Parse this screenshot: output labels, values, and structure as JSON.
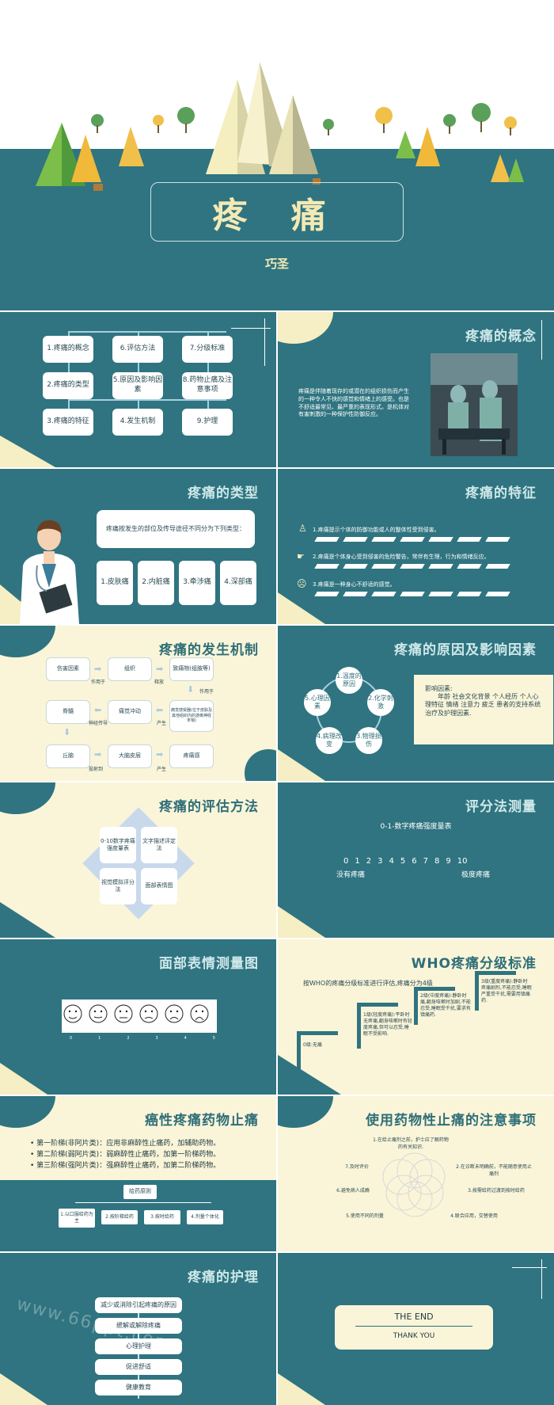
{
  "s1": {
    "title": "疼  痛",
    "author": "巧圣"
  },
  "s2": {
    "items": [
      "1.疼痛的概念",
      "6.评估方法",
      "7.分级标准",
      "2.疼痛的类型",
      "5.原因及影响因素",
      "8.药物止痛及注意事项",
      "3.疼痛的特征",
      "4.发生机制",
      "9.护理"
    ]
  },
  "s3": {
    "title": "疼痛的概念",
    "text": "疼痛是伴随着现存的或潜在的组织损伤而产生的一种令人不快的感觉和情绪上的感受。也是不舒适最常见、最严重的表现形式。是机体对有害刺激的一种保护性防御反应。"
  },
  "s4": {
    "title": "疼痛的类型",
    "intro": "疼痛按发生的部位及传导途径不同分为下列类型：",
    "types": [
      "1.皮肤痛",
      "2.内脏痛",
      "3.牵涉痛",
      "4.深部痛"
    ]
  },
  "s5": {
    "title": "疼痛的特征",
    "items": [
      "1.疼痛提示个体的防御功能或人的整体性受到侵害。",
      "2.疼痛是个体身心受到侵害的危险警告，常伴有生理，行为和情绪反应。",
      "3.疼痛是一种身心不舒适的感觉。"
    ]
  },
  "s6": {
    "title": "疼痛的发生机制",
    "boxes": [
      "伤害因素",
      "组织",
      "致痛物(组胺等)",
      "痛觉感受器(位于皮肤及其他组织内的游离神经末梢)",
      "痛觉冲动",
      "脊髓",
      "丘脑",
      "大脑皮层",
      "疼痛感"
    ],
    "labels": [
      "作用于",
      "释放",
      "作用于",
      "产生",
      "神经传导",
      "投射到",
      "产生"
    ]
  },
  "s7": {
    "title": "疼痛的原因及影响因素",
    "nodes": [
      "1.温度的原因",
      "2.化学刺激",
      "3.物理损伤",
      "4.病理改变",
      "5.心理因素"
    ],
    "factors_label": "影响因素:",
    "factors": "年龄 社会文化背景 个人经历 个人心理特征 情绪 注意力 疲乏 患者的支持系统 治疗及护理因素."
  },
  "s8": {
    "title": "疼痛的评估方法",
    "methods": [
      "0-10数字疼痛强度量表",
      "文字描述评定法",
      "视觉模拟评分法",
      "面部表情图"
    ]
  },
  "s9": {
    "title": "评分法测量",
    "scale_title": "0-1-数字疼痛强度量表",
    "numbers": [
      "0",
      "1",
      "2",
      "3",
      "4",
      "5",
      "6",
      "7",
      "8",
      "9",
      "10"
    ],
    "left": "没有疼痛",
    "right": "极度疼痛"
  },
  "s10": {
    "title": "面部表情测量图",
    "scores": [
      "0",
      "1",
      "2",
      "3",
      "4",
      "5"
    ]
  },
  "s11": {
    "title": "WHO疼痛分级标准",
    "intro": "按WHO的疼痛分级标准进行评估,疼痛分为4级",
    "levels": [
      "0级:无痛",
      "1级(轻度疼痛):平卧时无疼痛,翻身咳嗽时有轻度疼痛,但可以忍受,睡眠不受影响.",
      "2级(中度疼痛):静卧时痛,翻身咳嗽时加剧,不能忍受,睡眠受干扰,要求有镇痛药.",
      "3级(重度疼痛):静卧时疼痛剧烈,不能忍受,睡眠严重受干扰,需要用镇痛药."
    ]
  },
  "s12": {
    "title": "癌性疼痛药物止痛",
    "steps": [
      "• 第一阶梯(非阿片类)：应用非麻醉性止痛药，加辅助药物。",
      "• 第二阶梯(弱阿片类)：弱麻醉性止痛药，加第一阶梯药物。",
      "• 第三阶梯(强阿片类)：强麻醉性止痛药，加第二阶梯药物。"
    ],
    "principle": "给药原则",
    "principles": [
      "1.以口服给药为主",
      "2.按阶梯给药",
      "3.按时给药",
      "4.剂量个体化"
    ]
  },
  "s13": {
    "title": "使用药物性止痛的注意事项",
    "items": [
      "1.在给止痛剂之前，护士应了解药物的有关知识.",
      "2.在诊断未明确前，不能随意使用止痛剂",
      "3.按需给药过渡到按时给药",
      "4.联合应用，交替使用",
      "5.使用不同的剂量",
      "6.避免病人成瘾",
      "7.及时评价"
    ]
  },
  "s14": {
    "title": "疼痛的护理",
    "items": [
      "减少或消除引起疼痛的原因",
      "缓解或解除疼痛",
      "心理护理",
      "促进舒适",
      "健康教育"
    ],
    "watermark": "www.66ppt.com"
  },
  "s15": {
    "end": "THE  END",
    "thanks": "THANK YOU"
  },
  "colors": {
    "teal": "#2f7480",
    "cream": "#faf5d9",
    "accent": "#f1e9b3"
  }
}
